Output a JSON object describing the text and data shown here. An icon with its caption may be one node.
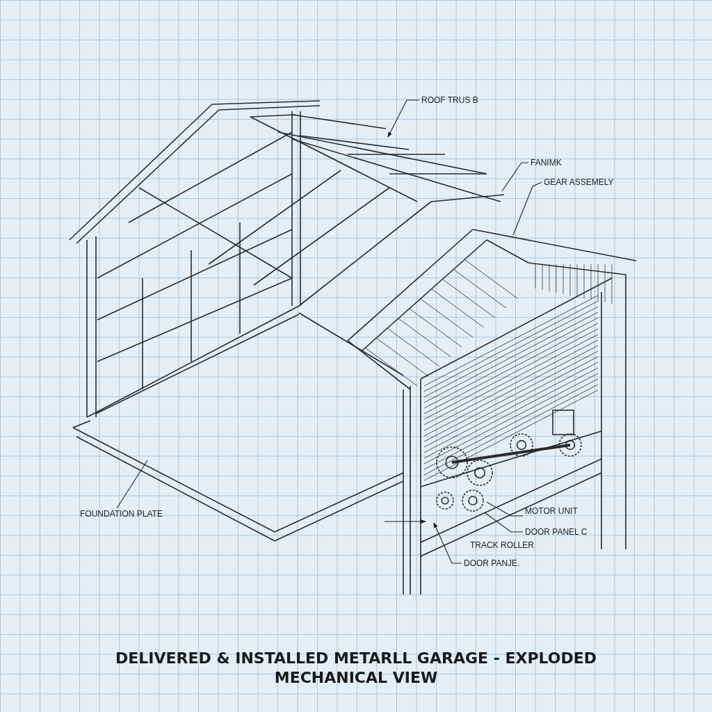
{
  "diagram": {
    "title": "DELIVERED & INSTALLED METARLL GARAGE - EXPLODED MECHANICAL VIEW",
    "nodes": [
      {
        "text": [
          "ROOF TRUS B"
        ]
      },
      {
        "text": [
          "FANIMK"
        ]
      },
      {
        "text": [
          "GEAR ASSEMELY"
        ]
      },
      {
        "text": [
          "FOUNDATION PLATE"
        ]
      },
      {
        "text": [
          "MOTOR UNIT"
        ]
      },
      {
        "text": [
          "DOOR PANEL C"
        ]
      },
      {
        "text": [
          "DOOR PANJE."
        ]
      }
    ],
    "edges": [
      {
        "from": 0,
        "to": null,
        "arrow": "to"
      },
      {
        "from": 1,
        "to": null,
        "arrow": "none"
      },
      {
        "from": 2,
        "to": null,
        "arrow": "none"
      },
      {
        "from": 3,
        "to": null,
        "arrow": "none"
      },
      {
        "from": 4,
        "to": null,
        "arrow": "none"
      },
      {
        "from": 5,
        "to": null,
        "arrow": "none"
      },
      {
        "from": 6,
        "to": null,
        "arrow": "to"
      }
    ],
    "labels": [
      "TRACK ROLLER"
    ]
  }
}
